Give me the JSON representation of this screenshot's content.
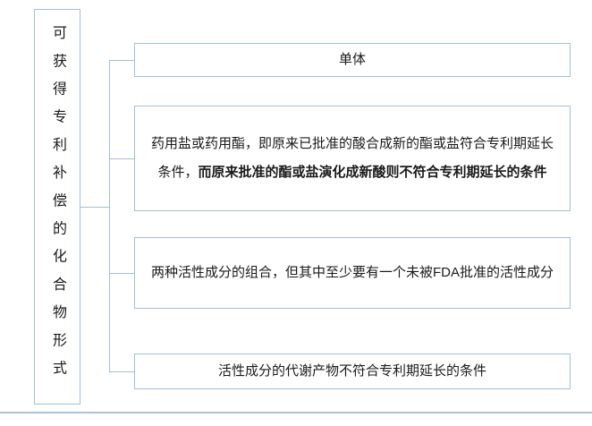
{
  "diagram": {
    "root": {
      "label": "可获得专利补偿的化合物形式"
    },
    "nodes": [
      {
        "text": "单体"
      },
      {
        "text_regular": "药用盐或药用酯，即原来已批准的酸合成新的酯或盐符合专利期延长条件，",
        "text_bold": "而原来批准的酯或盐演化成新酸则不符合专利期延长的条件"
      },
      {
        "text": "两种活性成分的组合，但其中至少要有一个未被FDA批准的活性成分"
      },
      {
        "text": "活性成分的代谢产物不符合专利期延长的条件"
      }
    ],
    "colors": {
      "border": "#a3bfd9",
      "connector": "#a3bfd9",
      "divider": "#a9c3da",
      "text": "#1a1a1a",
      "background": "#ffffff"
    }
  }
}
